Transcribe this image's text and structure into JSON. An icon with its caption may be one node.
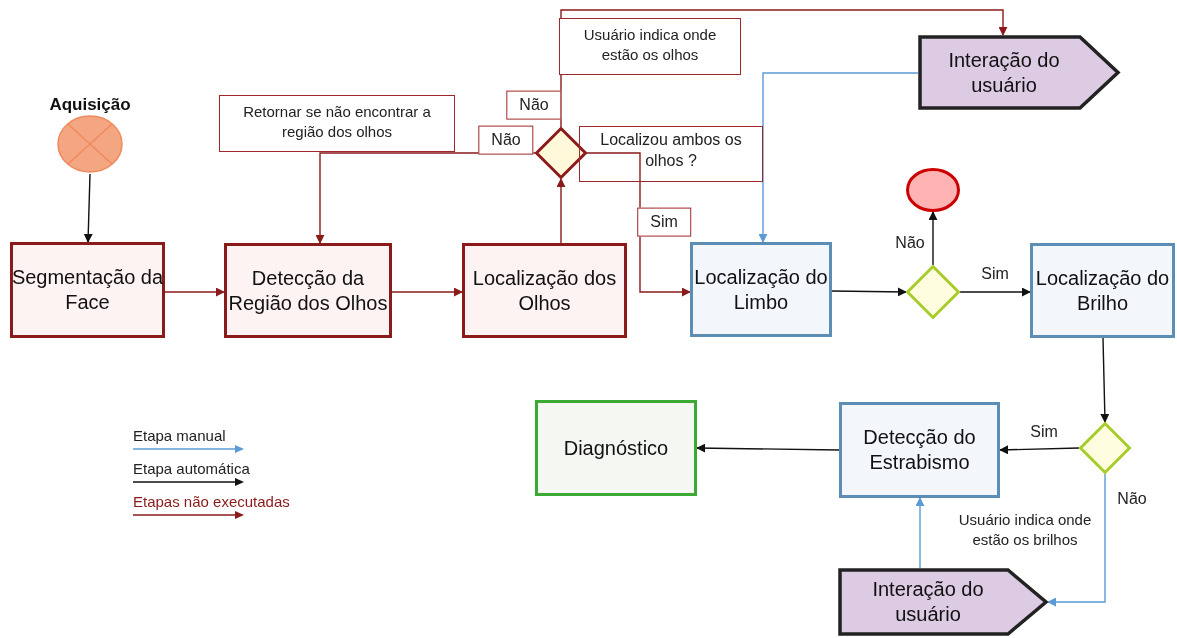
{
  "diagram": {
    "nodes": [
      {
        "text": [
          "Aquisição"
        ]
      },
      {
        "text": [
          "Segmentação da Face"
        ]
      },
      {
        "text": [
          "Detecção da Região dos Olhos"
        ]
      },
      {
        "text": [
          "Localização dos Olhos"
        ]
      },
      {
        "text": [],
        "shape": "diamond",
        "beside": [
          "Localizou ambos os olhos ?"
        ]
      },
      {
        "text": [
          "Interação do usuário"
        ]
      },
      {
        "text": [
          "Localização do Limbo"
        ]
      },
      {
        "text": [],
        "shape": "circle"
      },
      {
        "text": [],
        "shape": "diamond"
      },
      {
        "text": [
          "Localização do Brilho"
        ]
      },
      {
        "text": [],
        "shape": "diamond"
      },
      {
        "text": [
          "Detecção do Estrabismo"
        ]
      },
      {
        "text": [
          "Diagnóstico"
        ]
      },
      {
        "text": [
          "Interação do usuário"
        ]
      }
    ],
    "edges": [
      {
        "from": 0,
        "to": 1,
        "arrow": "to"
      },
      {
        "from": 1,
        "to": 2,
        "arrow": "to",
        "color": "#8b1a1a"
      },
      {
        "from": 2,
        "to": 3,
        "arrow": "to",
        "color": "#8b1a1a"
      },
      {
        "from": 3,
        "to": 4,
        "arrow": "to",
        "color": "#8b1a1a"
      },
      {
        "from": 4,
        "to": 2,
        "arrow": "to",
        "label": "Não",
        "color": "#8b1a1a"
      },
      {
        "from": 4,
        "to": 5,
        "arrow": "to",
        "label": "Não",
        "color": "#8b1a1a"
      },
      {
        "from": 4,
        "to": 6,
        "arrow": "to",
        "label": "Sim",
        "color": "#8b1a1a"
      },
      {
        "from": 5,
        "to": 6,
        "arrow": "to",
        "color": "#5b9bd5"
      },
      {
        "from": 6,
        "to": 8,
        "arrow": "to"
      },
      {
        "from": 8,
        "to": 7,
        "arrow": "to",
        "label": "Não"
      },
      {
        "from": 8,
        "to": 9,
        "arrow": "to",
        "label": "Sim"
      },
      {
        "from": 9,
        "to": 10,
        "arrow": "to"
      },
      {
        "from": 10,
        "to": 11,
        "arrow": "to",
        "label": "Sim"
      },
      {
        "from": 10,
        "to": 13,
        "arrow": "to",
        "label": "Não",
        "color": "#5b9bd5"
      },
      {
        "from": 13,
        "to": 11,
        "arrow": "to",
        "color": "#5b9bd5"
      },
      {
        "from": 11,
        "to": 12,
        "arrow": "to"
      }
    ],
    "labels": [
      "Retornar se não encontrar a região dos olhos",
      "Usuário indica onde estão os olhos",
      "Usuário indica onde estão os brilhos"
    ],
    "legend": [
      {
        "text": "Etapa manual"
      },
      {
        "text": "Etapa automática"
      },
      {
        "text": "Etapas não executadas"
      }
    ]
  }
}
